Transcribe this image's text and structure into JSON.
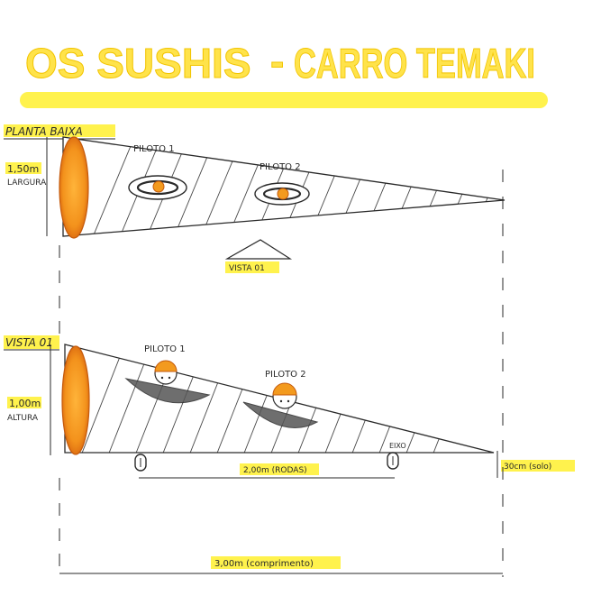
{
  "title": {
    "left": "OS SUSHIS",
    "dash": "-",
    "right": "CARRO TEMAKI"
  },
  "plan_view": {
    "heading": "PLANTA BAIXA",
    "width_value": "1,50m",
    "width_label": "LARGURA",
    "pilot1": "PILOTO 1",
    "pilot2": "PILOTO 2",
    "view_marker": "VISTA 01"
  },
  "side_view": {
    "heading": "VISTA 01",
    "height_value": "1,00m",
    "height_label": "ALTURA",
    "pilot1": "PILOTO 1",
    "pilot2": "PILOTO 2",
    "rear_label": "EIXO",
    "axle_dimension": "2,00m (RODAS)",
    "ground_clearance": "30cm (solo)",
    "length_dimension": "3,00m (comprimento)"
  },
  "colors": {
    "highlight": "#fff24d",
    "title_fill": "#ffe34a",
    "orange": "#f39a1e",
    "orange_dark": "#e0701a",
    "ink": "#2a2a2a"
  }
}
